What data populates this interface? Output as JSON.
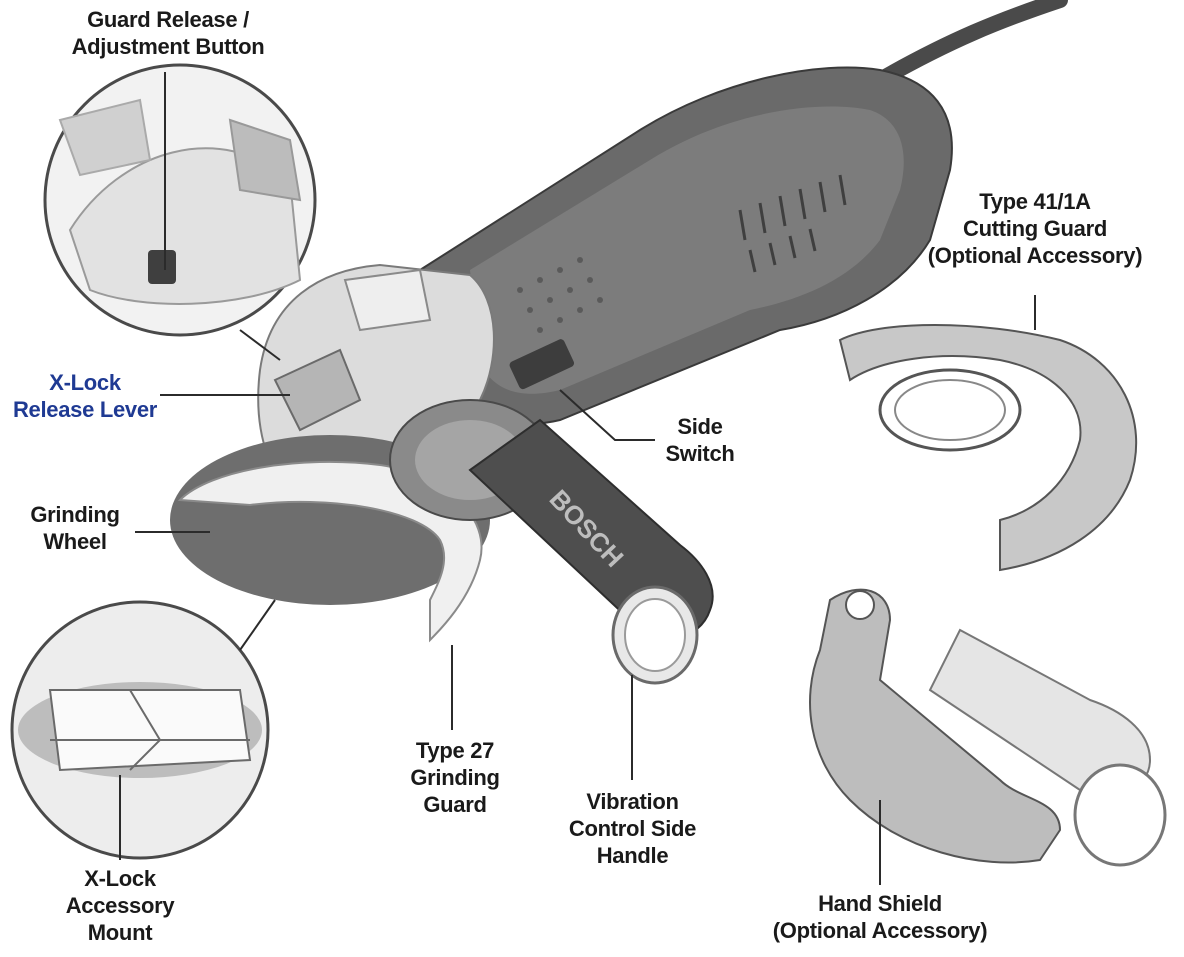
{
  "colors": {
    "label_text": "#1a1a1a",
    "accent_label": "#1f3a93",
    "leader_line": "#2b2b2b",
    "tool_body_dark": "#5a5a5a",
    "tool_body_mid": "#8c8c8c",
    "tool_body_light": "#d9d9d9",
    "wheel": "#6e6e6e"
  },
  "labels": {
    "guard_release": [
      "Guard Release /",
      "Adjustment Button"
    ],
    "xlock_release": [
      "X-Lock",
      "Release Lever"
    ],
    "grinding_wheel": [
      "Grinding",
      "Wheel"
    ],
    "side_switch": [
      "Side",
      "Switch"
    ],
    "type41": [
      "Type 41/1A",
      "Cutting Guard",
      "(Optional Accessory)"
    ],
    "type27": [
      "Type 27",
      "Grinding",
      "Guard"
    ],
    "vibration_handle": [
      "Vibration",
      "Control Side",
      "Handle"
    ],
    "xlock_mount": [
      "X-Lock",
      "Accessory",
      "Mount"
    ],
    "hand_shield": [
      "Hand Shield",
      "(Optional Accessory)"
    ]
  },
  "handle_brand": "BOSCH"
}
